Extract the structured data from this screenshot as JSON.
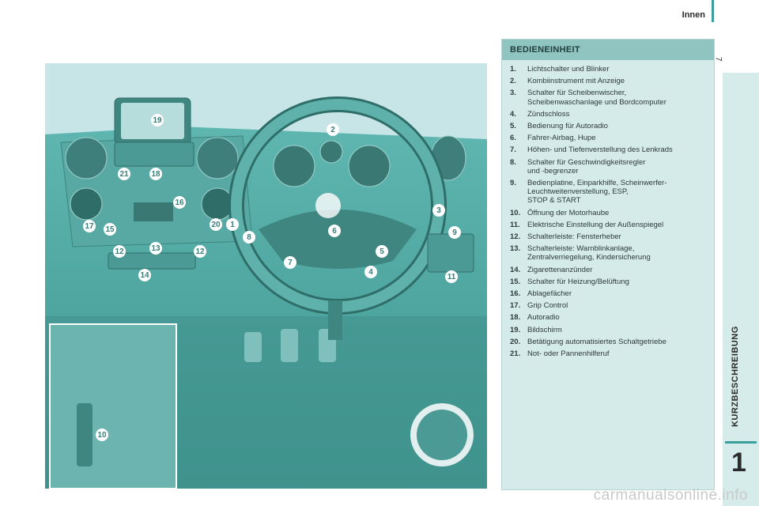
{
  "header": {
    "section_title": "Innen",
    "page_number": "7"
  },
  "side_tab": {
    "chapter_label": "KURZBESCHREIBUNG",
    "chapter_number": "1"
  },
  "panel": {
    "title": "BEDIENEINHEIT",
    "items": [
      {
        "num": "1.",
        "lines": [
          "Lichtschalter und Blinker"
        ]
      },
      {
        "num": "2.",
        "lines": [
          "Kombiinstrument mit Anzeige"
        ]
      },
      {
        "num": "3.",
        "lines": [
          "Schalter für Scheibenwischer,",
          "Scheibenwaschanlage und Bordcomputer"
        ]
      },
      {
        "num": "4.",
        "lines": [
          "Zündschloss"
        ]
      },
      {
        "num": "5.",
        "lines": [
          "Bedienung für Autoradio"
        ]
      },
      {
        "num": "6.",
        "lines": [
          "Fahrer-Airbag, Hupe"
        ]
      },
      {
        "num": "7.",
        "lines": [
          "Höhen- und Tiefenverstellung des Lenkrads"
        ]
      },
      {
        "num": "8.",
        "lines": [
          "Schalter für Geschwindigkeitsregler",
          "und -begrenzer"
        ]
      },
      {
        "num": "9.",
        "lines": [
          "Bedienplatine, Einparkhilfe, Scheinwerfer-",
          "Leuchtweitenverstellung, ESP,",
          "STOP & START"
        ]
      },
      {
        "num": "10.",
        "lines": [
          "Öffnung der Motorhaube"
        ]
      },
      {
        "num": "11.",
        "lines": [
          "Elektrische Einstellung der Außenspiegel"
        ]
      },
      {
        "num": "12.",
        "lines": [
          "Schalterleiste: Fensterheber"
        ]
      },
      {
        "num": "13.",
        "lines": [
          "Schalterleiste: Warnblinkanlage,",
          "Zentralverriegelung, Kindersicherung"
        ]
      },
      {
        "num": "14.",
        "lines": [
          "Zigarettenanzünder"
        ]
      },
      {
        "num": "15.",
        "lines": [
          "Schalter für Heizung/Belüftung"
        ]
      },
      {
        "num": "16.",
        "lines": [
          "Ablagefächer"
        ]
      },
      {
        "num": "17.",
        "lines": [
          "Grip Control"
        ]
      },
      {
        "num": "18.",
        "lines": [
          "Autoradio"
        ]
      },
      {
        "num": "19.",
        "lines": [
          "Bildschirm"
        ]
      },
      {
        "num": "20.",
        "lines": [
          "Betätigung automatisiertes Schaltgetriebe"
        ]
      },
      {
        "num": "21.",
        "lines": [
          "Not- oder Pannenhilferuf"
        ]
      }
    ]
  },
  "illustration": {
    "callouts": [
      "1",
      "2",
      "3",
      "4",
      "5",
      "6",
      "7",
      "8",
      "9",
      "10",
      "11",
      "12",
      "12",
      "13",
      "14",
      "15",
      "16",
      "17",
      "18",
      "19",
      "20",
      "21"
    ]
  },
  "watermark": "carmanualsonline.info",
  "colors": {
    "accent": "#3aa09c",
    "panel_bg": "#d4ebe9",
    "panel_header": "#8fc4c1",
    "dash": "#4fa7a2"
  }
}
